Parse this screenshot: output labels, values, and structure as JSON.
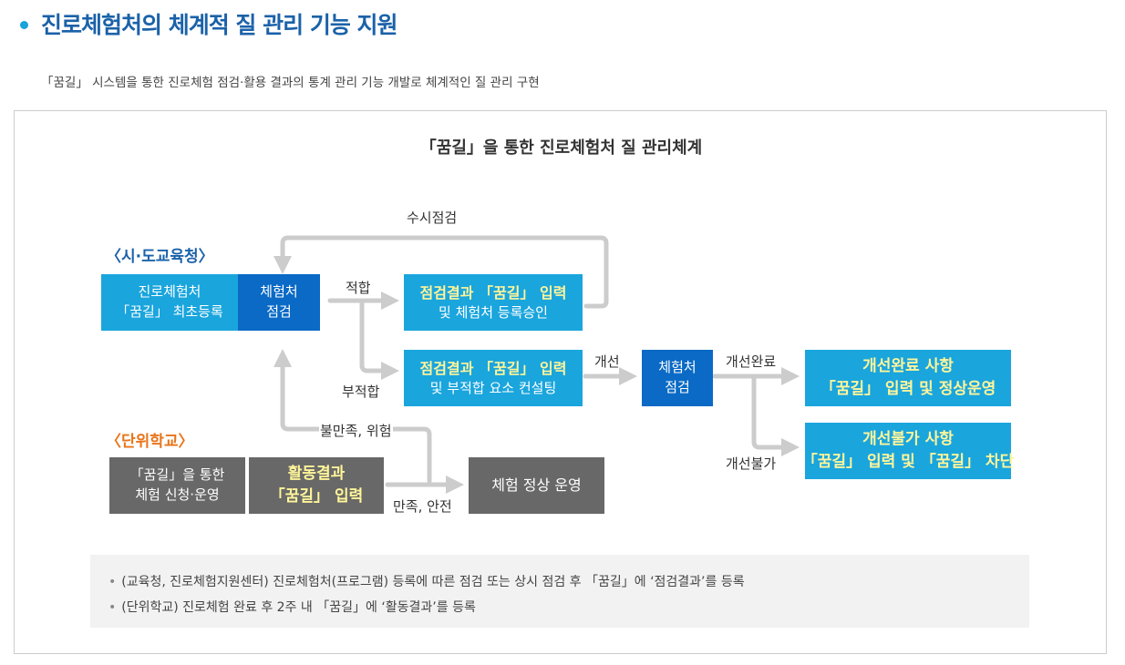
{
  "header": {
    "title": "진로체험처의 체계적 질 관리 기능 지원",
    "subtitle": "「꿈길」 시스템을 통한 진로체험 점검·활용 결과의 통계 관리 기능 개발로 체계적인 질 관리 구현"
  },
  "diagram": {
    "title": "「꿈길」을 통한 진로체험처 질 관리체계",
    "groups": {
      "education_office": "〈시·도교육청〉",
      "school": "〈단위학교〉"
    },
    "boxes": {
      "initial_register": {
        "line1": "진로체험처",
        "line2": "「꿈길」 최초등록"
      },
      "inspect1": {
        "line1": "체험처",
        "line2": "점검"
      },
      "suitable_result": {
        "line1": "점검결과 「꿈길」 입력",
        "line2": "및 체험처 등록승인"
      },
      "unsuitable_result": {
        "line1": "점검결과 「꿈길」 입력",
        "line2": "및 부적합 요소 컨설팅"
      },
      "inspect2": {
        "line1": "체험처",
        "line2": "점검"
      },
      "improve_done": {
        "line1": "개선완료 사항",
        "line2": "「꿈길」 입력 및 정상운영"
      },
      "improve_fail": {
        "line1": "개선불가 사항",
        "line2": "「꿈길」 입력 및 「꿈길」 차단"
      },
      "school_apply": {
        "line1": "「꿈길」을 통한",
        "line2": "체험 신청·운영"
      },
      "activity_result": {
        "line1": "활동결과",
        "line2": "「꿈길」 입력"
      },
      "normal_operation": {
        "line1": "체험 정상 운영"
      }
    },
    "flow_labels": {
      "ad_hoc_check": "수시점검",
      "suitable": "적합",
      "unsuitable": "부적합",
      "improve": "개선",
      "improve_complete": "개선완료",
      "improve_impossible": "개선불가",
      "dissatisfied_risk": "불만족, 위험",
      "satisfied_safe": "만족, 안전"
    }
  },
  "notes": [
    "(교육청, 진로체험지원센터) 진로체험처(프로그램) 등록에 따른 점검 또는 상시 점검 후 「꿈길」에 ‘점검결과’를 등록",
    "(단위학교) 진로체험 완료 후 2주 내 「꿈길」에 ‘활동결과’를 등록"
  ],
  "colors": {
    "title_blue": "#1b62a9",
    "bullet": "#1aa3d9",
    "box_light_blue": "#1aa5dd",
    "box_dark_blue": "#0a6ac6",
    "box_gray": "#686868",
    "highlight_yellow": "#fff59a",
    "arrow_gray": "#cccccc",
    "school_orange": "#e8751a"
  }
}
